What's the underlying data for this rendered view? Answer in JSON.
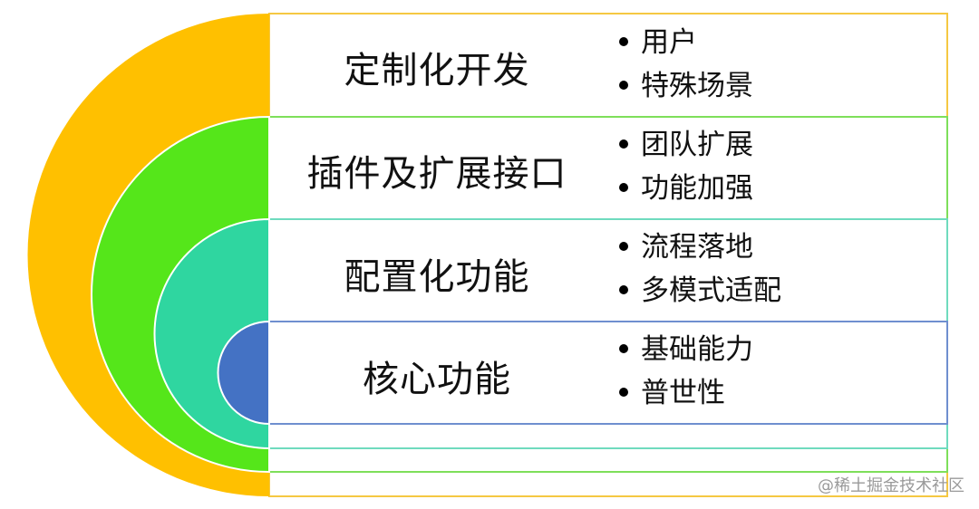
{
  "diagram": {
    "title": "",
    "layers": [
      {
        "id": "custom-dev",
        "label": "定制化开发",
        "color": "#FFC000",
        "border": "#F5C842",
        "bullets": [
          "用户",
          "特殊场景"
        ]
      },
      {
        "id": "plugin",
        "label": "插件及扩展接口",
        "color": "#55E61A",
        "border": "#7EDF5A",
        "bullets": [
          "团队扩展",
          "功能加强"
        ]
      },
      {
        "id": "config",
        "label": "配置化功能",
        "color": "#2FD6A0",
        "border": "#6FDBBE",
        "bullets": [
          "流程落地",
          "多模式适配"
        ]
      },
      {
        "id": "core",
        "label": "核心功能",
        "color": "#4472C4",
        "border": "#6F8FCF",
        "bullets": [
          "基础能力",
          "普世性"
        ]
      }
    ]
  },
  "watermark": "@稀土掘金技术社区"
}
